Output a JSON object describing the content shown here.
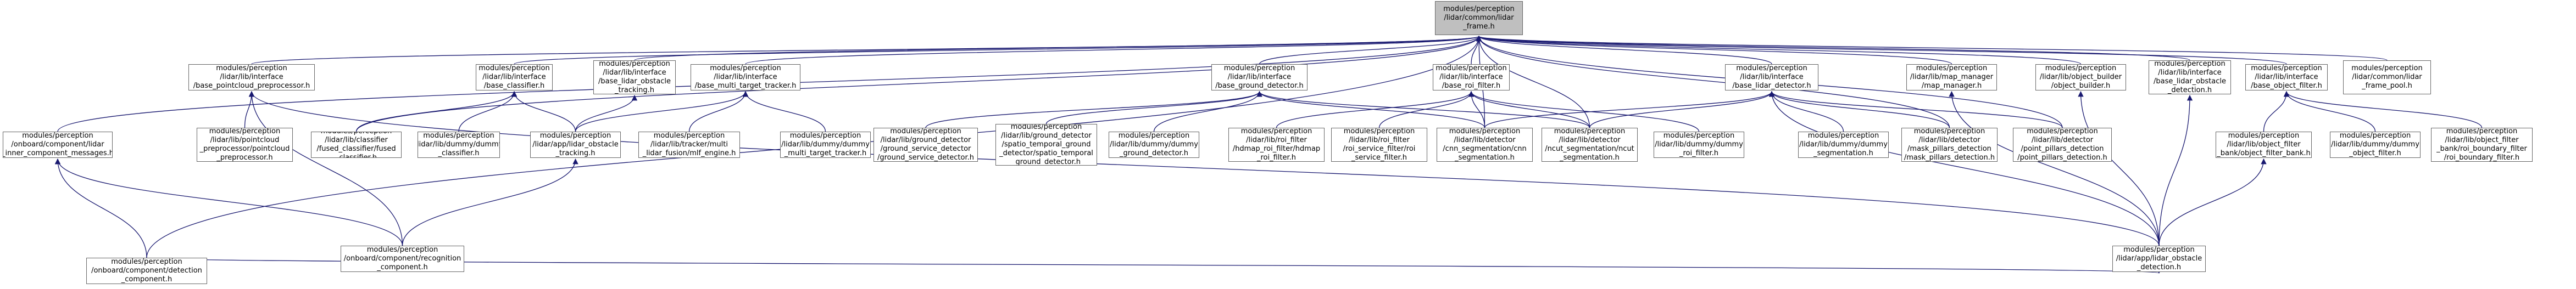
{
  "colors": {
    "edge": "#191970",
    "node_border": "#666666",
    "root_fill": "#bfbfbf",
    "node_fill": "#ffffff"
  },
  "nodes": {
    "root": "modules/perception\n/lidar/common/lidar\n_frame.h",
    "pointcloud_preprocessor": "modules/perception\n/lidar/lib/interface\n/base_pointcloud_preprocessor.h",
    "classifier": "modules/perception\n/lidar/lib/interface\n/base_classifier.h",
    "lidar_obstacle_tracking": "modules/perception\n/lidar/lib/interface\n/base_lidar_obstacle\n_tracking.h",
    "multi_target_tracker": "modules/perception\n/lidar/lib/interface\n/base_multi_target_tracker.h",
    "ground_detector": "modules/perception\n/lidar/lib/interface\n/base_ground_detector.h",
    "roi_filter": "modules/perception\n/lidar/lib/interface\n/base_roi_filter.h",
    "lidar_detector": "modules/perception\n/lidar/lib/interface\n/base_lidar_detector.h",
    "map_manager": "modules/perception\n/lidar/lib/map_manager\n/map_manager.h",
    "object_builder": "modules/perception\n/lidar/lib/object_builder\n/object_builder.h",
    "lidar_obstacle_detection": "modules/perception\n/lidar/lib/interface\n/base_lidar_obstacle\n_detection.h",
    "object_filter": "modules/perception\n/lidar/lib/interface\n/base_object_filter.h",
    "frame_pool": "modules/perception\n/lidar/common/lidar\n_frame_pool.h",
    "inner_component_messages": "modules/perception\n/onboard/component/lidar\n_inner_component_messages.h",
    "pointcloud_preprocessor_impl": "modules/perception\n/lidar/lib/pointcloud\n_preprocessor/pointcloud\n_preprocessor.h",
    "fused_classifier": "modules/perception\n/lidar/lib/classifier\n/fused_classifier/fused\n_classifier.h",
    "dummy_classifier": "modules/perception\n/lidar/lib/dummy/dummy\n_classifier.h",
    "app_lidar_obstacle_tracking": "modules/perception\n/lidar/app/lidar_obstacle\n_tracking.h",
    "mlf_engine": "modules/perception\n/lidar/lib/tracker/multi\n_lidar_fusion/mlf_engine.h",
    "dummy_multi_target_tracker": "modules/perception\n/lidar/lib/dummy/dummy\n_multi_target_tracker.h",
    "ground_service_detector": "modules/perception\n/lidar/lib/ground_detector\n/ground_service_detector\n/ground_service_detector.h",
    "spatio_temporal_ground_detector": "modules/perception\n/lidar/lib/ground_detector\n/spatio_temporal_ground\n_detector/spatio_temporal\n_ground_detector.h",
    "dummy_ground_detector": "modules/perception\n/lidar/lib/dummy/dummy\n_ground_detector.h",
    "hdmap_roi_filter": "modules/perception\n/lidar/lib/roi_filter\n/hdmap_roi_filter/hdmap\n_roi_filter.h",
    "roi_service_filter": "modules/perception\n/lidar/lib/roi_filter\n/roi_service_filter/roi\n_service_filter.h",
    "cnn_segmentation": "modules/perception\n/lidar/lib/detector\n/cnn_segmentation/cnn\n_segmentation.h",
    "ncut_segmentation": "modules/perception\n/lidar/lib/detector\n/ncut_segmentation/ncut\n_segmentation.h",
    "dummy_roi_filter": "modules/perception\n/lidar/lib/dummy/dummy\n_roi_filter.h",
    "dummy_segmentation": "modules/perception\n/lidar/lib/dummy/dummy\n_segmentation.h",
    "mask_pillars_detection": "modules/perception\n/lidar/lib/detector\n/mask_pillars_detection\n/mask_pillars_detection.h",
    "point_pillars_detection": "modules/perception\n/lidar/lib/detector\n/point_pillars_detection\n/point_pillars_detection.h",
    "object_filter_bank": "modules/perception\n/lidar/lib/object_filter\n_bank/object_filter_bank.h",
    "dummy_object_filter": "modules/perception\n/lidar/lib/dummy/dummy\n_object_filter.h",
    "roi_boundary_filter": "modules/perception\n/lidar/lib/object_filter\n_bank/roi_boundary_filter\n/roi_boundary_filter.h",
    "recognition_component": "modules/perception\n/onboard/component/recognition\n_component.h",
    "app_lidar_obstacle_detection": "modules/perception\n/lidar/app/lidar_obstacle\n_detection.h",
    "detection_component": "modules/perception\n/onboard/component/detection\n_component.h"
  },
  "edges": [
    [
      "pointcloud_preprocessor",
      "root"
    ],
    [
      "classifier",
      "root"
    ],
    [
      "lidar_obstacle_tracking",
      "root"
    ],
    [
      "multi_target_tracker",
      "root"
    ],
    [
      "ground_detector",
      "root"
    ],
    [
      "roi_filter",
      "root"
    ],
    [
      "lidar_detector",
      "root"
    ],
    [
      "map_manager",
      "root"
    ],
    [
      "object_builder",
      "root"
    ],
    [
      "lidar_obstacle_detection",
      "root"
    ],
    [
      "object_filter",
      "root"
    ],
    [
      "frame_pool",
      "root"
    ],
    [
      "inner_component_messages",
      "root"
    ],
    [
      "fused_classifier",
      "root"
    ],
    [
      "cnn_segmentation",
      "root"
    ],
    [
      "ncut_segmentation",
      "root"
    ],
    [
      "point_pillars_detection",
      "root"
    ],
    [
      "mask_pillars_detection",
      "root"
    ],
    [
      "detection_component",
      "root"
    ],
    [
      "pointcloud_preprocessor_impl",
      "pointcloud_preprocessor"
    ],
    [
      "app_lidar_obstacle_detection",
      "pointcloud_preprocessor"
    ],
    [
      "fused_classifier",
      "classifier"
    ],
    [
      "dummy_classifier",
      "classifier"
    ],
    [
      "app_lidar_obstacle_tracking",
      "classifier"
    ],
    [
      "app_lidar_obstacle_tracking",
      "lidar_obstacle_tracking"
    ],
    [
      "app_lidar_obstacle_tracking",
      "multi_target_tracker"
    ],
    [
      "mlf_engine",
      "multi_target_tracker"
    ],
    [
      "dummy_multi_target_tracker",
      "multi_target_tracker"
    ],
    [
      "ground_service_detector",
      "ground_detector"
    ],
    [
      "spatio_temporal_ground_detector",
      "ground_detector"
    ],
    [
      "dummy_ground_detector",
      "ground_detector"
    ],
    [
      "cnn_segmentation",
      "ground_detector"
    ],
    [
      "ncut_segmentation",
      "ground_detector"
    ],
    [
      "hdmap_roi_filter",
      "roi_filter"
    ],
    [
      "roi_service_filter",
      "roi_filter"
    ],
    [
      "cnn_segmentation",
      "roi_filter"
    ],
    [
      "ncut_segmentation",
      "roi_filter"
    ],
    [
      "dummy_roi_filter",
      "roi_filter"
    ],
    [
      "cnn_segmentation",
      "lidar_detector"
    ],
    [
      "ncut_segmentation",
      "lidar_detector"
    ],
    [
      "dummy_segmentation",
      "lidar_detector"
    ],
    [
      "mask_pillars_detection",
      "lidar_detector"
    ],
    [
      "point_pillars_detection",
      "lidar_detector"
    ],
    [
      "app_lidar_obstacle_detection",
      "lidar_detector"
    ],
    [
      "app_lidar_obstacle_detection",
      "map_manager"
    ],
    [
      "app_lidar_obstacle_detection",
      "object_builder"
    ],
    [
      "app_lidar_obstacle_detection",
      "lidar_obstacle_detection"
    ],
    [
      "object_filter_bank",
      "object_filter"
    ],
    [
      "dummy_object_filter",
      "object_filter"
    ],
    [
      "roi_boundary_filter",
      "object_filter"
    ],
    [
      "app_lidar_obstacle_detection",
      "object_filter_bank"
    ],
    [
      "recognition_component",
      "inner_component_messages"
    ],
    [
      "detection_component",
      "inner_component_messages"
    ],
    [
      "recognition_component",
      "app_lidar_obstacle_tracking"
    ],
    [
      "recognition_component",
      "pointcloud_preprocessor"
    ],
    [
      "detection_component",
      "app_lidar_obstacle_detection"
    ]
  ]
}
